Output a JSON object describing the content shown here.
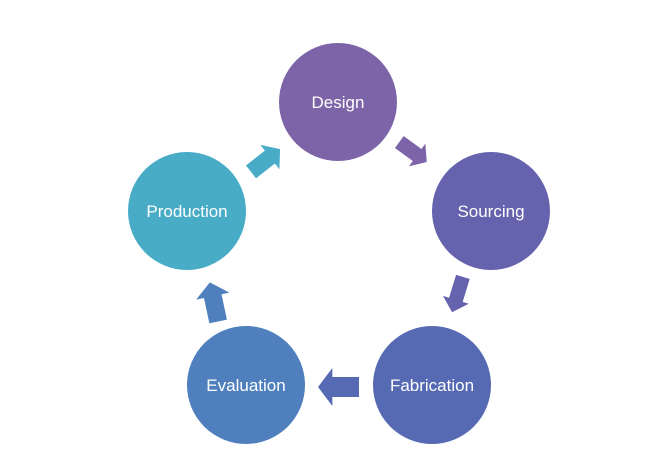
{
  "diagram": {
    "type": "cycle",
    "background_color": "#ffffff",
    "label_color": "#ffffff",
    "nodes": [
      {
        "label": "Design",
        "color": "#7d64a8"
      },
      {
        "label": "Sourcing",
        "color": "#6663ae"
      },
      {
        "label": "Fabrication",
        "color": "#5669b3"
      },
      {
        "label": "Evaluation",
        "color": "#4f80bd"
      },
      {
        "label": "Production",
        "color": "#48acc7"
      }
    ],
    "arrows": [
      {
        "from": "Design",
        "to": "Sourcing",
        "color": "#7d64a8"
      },
      {
        "from": "Sourcing",
        "to": "Fabrication",
        "color": "#6663ae"
      },
      {
        "from": "Fabrication",
        "to": "Evaluation",
        "color": "#5669b3"
      },
      {
        "from": "Evaluation",
        "to": "Production",
        "color": "#4f80bd"
      },
      {
        "from": "Production",
        "to": "Design",
        "color": "#48acc7"
      }
    ]
  }
}
